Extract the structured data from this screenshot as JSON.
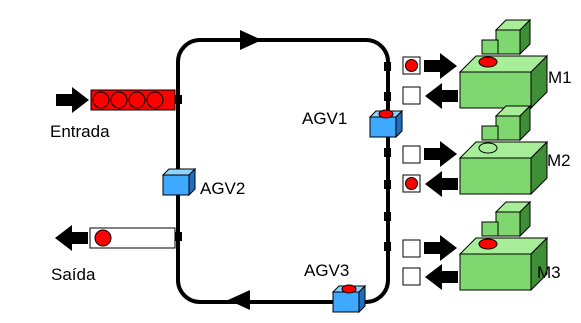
{
  "labels": {
    "entrada": "Entrada",
    "saida": "Saída",
    "agv1": "AGV1",
    "agv2": "AGV2",
    "agv3": "AGV3",
    "m1": "M1",
    "m2": "M2",
    "m3": "M3"
  },
  "colors": {
    "track": "#000000",
    "part": "#ff0000",
    "agv_front": "#3fa9ff",
    "agv_top": "#8fd4ff",
    "agv_side": "#1f6fbf",
    "machine_front": "#7fd86f",
    "machine_top": "#a8ee98",
    "machine_side": "#3e8f35"
  },
  "icons": {
    "agv": "agv-cart-icon",
    "machine": "cnc-machine-icon",
    "part": "red-part-icon",
    "arrow": "flow-arrow-icon"
  }
}
